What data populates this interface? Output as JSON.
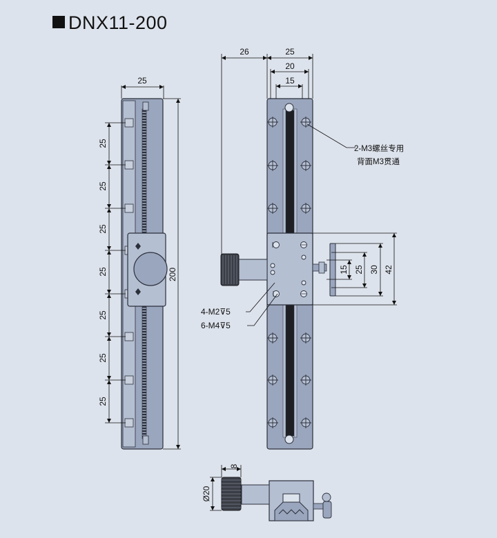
{
  "title": "DNX11-200",
  "left_view": {
    "width_dim": "25",
    "length_dim": "200",
    "pitch_dims": [
      "25",
      "25",
      "25",
      "25",
      "25",
      "25",
      "25"
    ]
  },
  "top_view": {
    "dims_top": [
      "26",
      "25",
      "20",
      "15"
    ],
    "dims_right": [
      "15",
      "25",
      "30",
      "42"
    ],
    "callout_back": [
      "2-M3螺丝专用",
      "背面M3贯通"
    ],
    "callout_m2": "4-M2",
    "callout_m2_depth": "5",
    "callout_m4": "6-M4",
    "callout_m4_depth": "5"
  },
  "bottom_view": {
    "knob_dia": "Ø20",
    "offset": "8"
  },
  "colors": {
    "background": "#dde3ec",
    "plate": "#9aa6bd",
    "plate_light": "#b4bfd2",
    "outline": "#2b2f3a",
    "slot": "#1e1f24"
  }
}
